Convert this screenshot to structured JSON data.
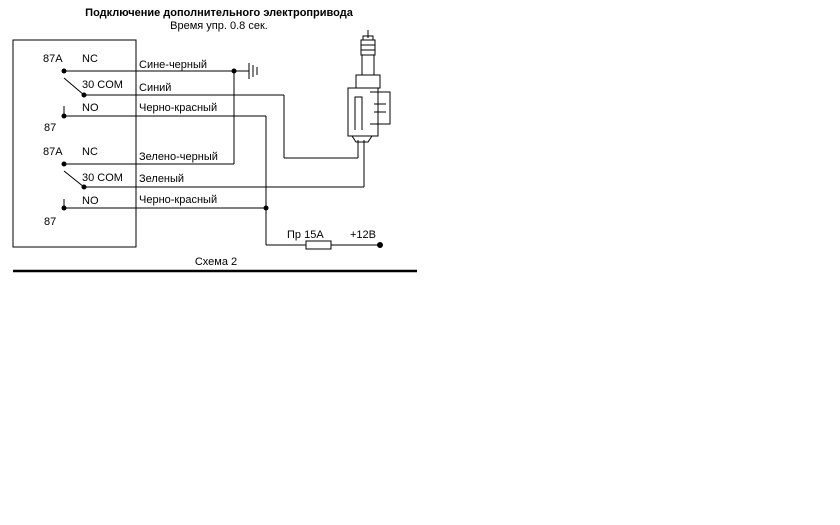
{
  "title": "Подключение дополнительного электропривода",
  "subtitle": "Время упр. 0.8 сек.",
  "relay1": {
    "nc_pin": "87A",
    "nc_label": "NC",
    "com_label": "30 COM",
    "no_label": "NO",
    "no_pin": "87"
  },
  "relay2": {
    "nc_pin": "87A",
    "nc_label": "NC",
    "com_label": "30 COM",
    "no_label": "NO",
    "no_pin": "87"
  },
  "wires": {
    "w1": "Сине-черный",
    "w2": "Синий",
    "w3": "Черно-красный",
    "w4": "Зелено-черный",
    "w5": "Зеленый",
    "w6": "Черно-красный"
  },
  "fuse_label": "Пр 15А",
  "supply_label": "+12В",
  "caption": "Схема 2"
}
